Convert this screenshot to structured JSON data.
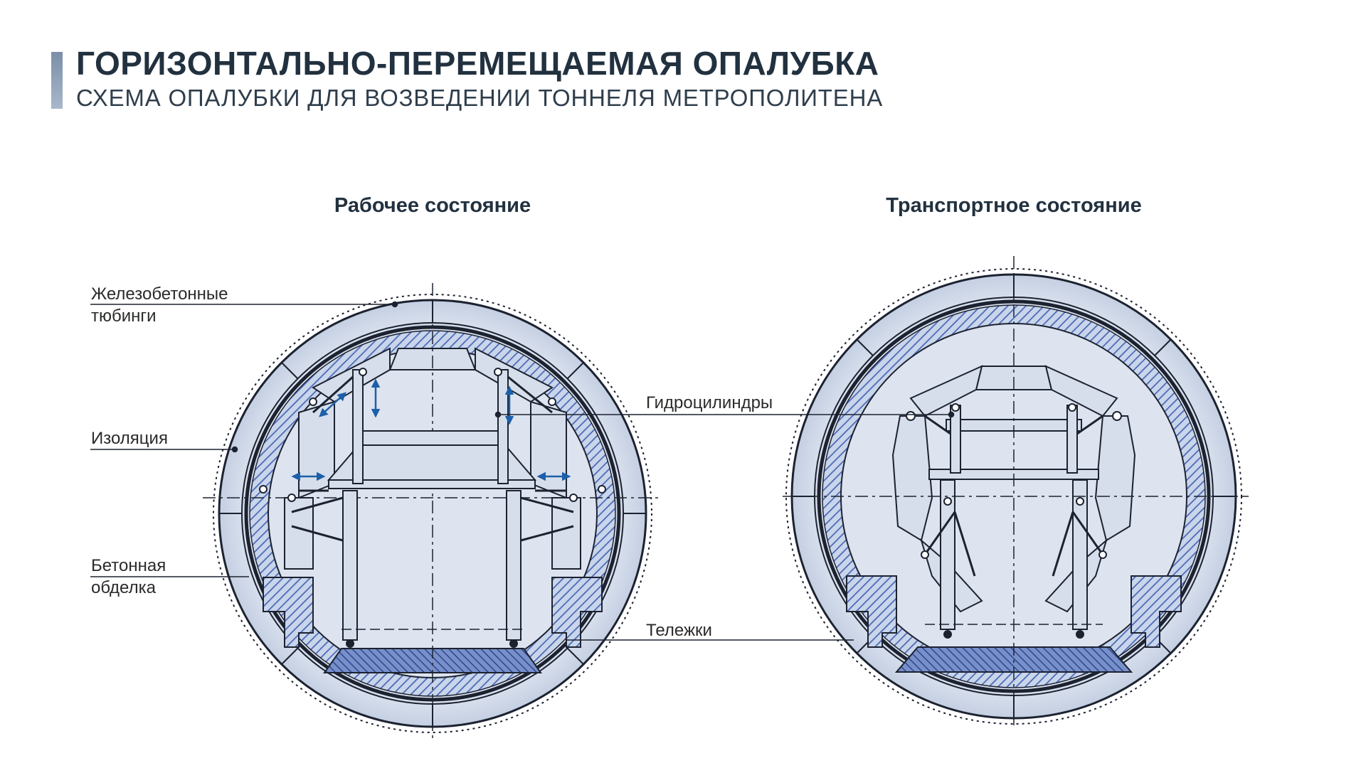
{
  "header": {
    "title": "ГОРИЗОНТАЛЬНО-ПЕРЕМЕЩАЕМАЯ ОПАЛУБКА",
    "subtitle": "СХЕМА ОПАЛУБКИ ДЛЯ ВОЗВЕДЕНИИ ТОННЕЛЯ МЕТРОПОЛИТЕНА"
  },
  "panels": {
    "working_title": "Рабочее состояние",
    "transport_title": "Транспортное состояние"
  },
  "labels": {
    "segments_line1": "Железобетонные",
    "segments_line2": "тюбинги",
    "insulation": "Изоляция",
    "lining_line1": "Бетонная",
    "lining_line2": "обделка",
    "hydraulics": "Гидроцилиндры",
    "carts": "Тележки"
  },
  "colors": {
    "accent": "#7a8ea8",
    "drawing_fill": "#d6deeb",
    "hatch_blue": "#4a68b5",
    "motion_arrow": "#1d5fa8",
    "outline": "#1c2230"
  }
}
